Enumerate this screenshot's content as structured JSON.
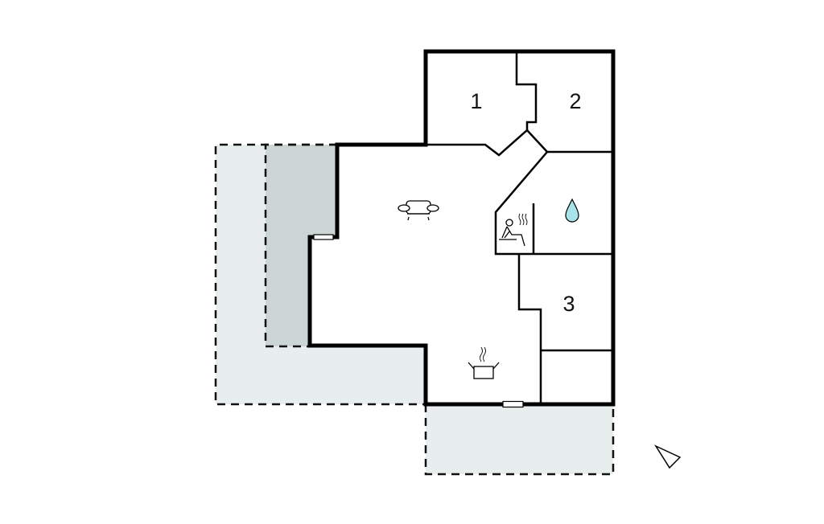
{
  "floorplan": {
    "rooms": [
      {
        "label": "1",
        "type": "bedroom"
      },
      {
        "label": "2",
        "type": "bedroom"
      },
      {
        "label": "3",
        "type": "bedroom"
      }
    ],
    "icons": [
      "sofa-icon",
      "cooking-pot-icon",
      "sauna-icon",
      "water-drop-icon",
      "compass-arrow-icon"
    ],
    "colors": {
      "wall": "#000000",
      "terrace": "#e8eeee",
      "covered_terrace": "#cbd5d4",
      "water_drop": "#a6e3ea"
    }
  }
}
